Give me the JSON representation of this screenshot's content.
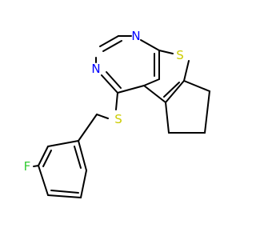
{
  "molecule": {
    "atoms": {
      "n1": {
        "symbol": "N",
        "color": "#0000FF"
      },
      "n2": {
        "symbol": "N",
        "color": "#0000FF"
      },
      "s_ring": {
        "symbol": "S",
        "color": "#CCCC00"
      },
      "s_thioether": {
        "symbol": "S",
        "color": "#CCCC00"
      },
      "f": {
        "symbol": "F",
        "color": "#33CC33"
      }
    },
    "bond_color": "#000000"
  }
}
